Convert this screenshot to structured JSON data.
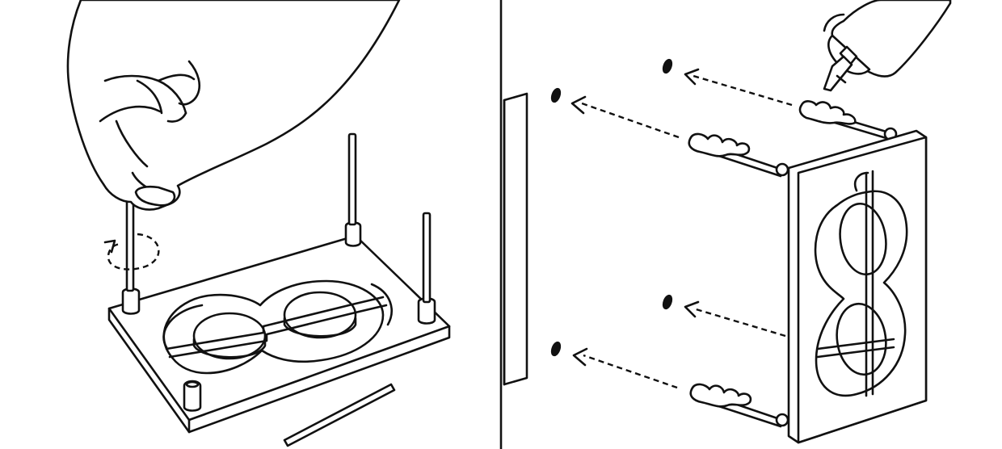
{
  "colors": {
    "ink": "#111111",
    "paper": "#ffffff"
  },
  "panels": [
    {
      "id": "left",
      "depicts": [
        "hand-icon",
        "base-plate",
        "figure-eight-cutout",
        "pegs",
        "rotation-arrow-icon",
        "loose-rod"
      ]
    },
    {
      "id": "right",
      "depicts": [
        "glue-tube-icon",
        "glue-beads",
        "frame-with-figure-eight",
        "dashed-arrows",
        "holes"
      ]
    }
  ]
}
